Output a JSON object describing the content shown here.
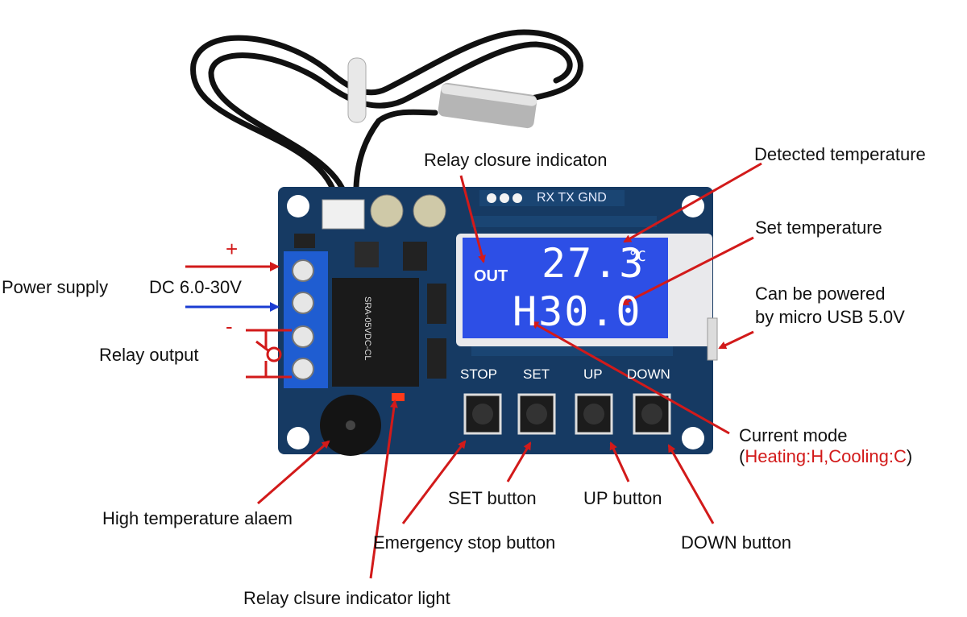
{
  "board": {
    "header_pins": "RX TX GND",
    "lcd": {
      "out_label": "OUT",
      "detected_temp": "27.3",
      "unit": "°C",
      "set_temp": "H30.0"
    },
    "buttons": [
      "STOP",
      "SET",
      "UP",
      "DOWN"
    ],
    "relay_marking": "SRA-05VDC-CL",
    "polarity_plus": "+",
    "polarity_minus": "-"
  },
  "labels": {
    "relay_closure_indication": "Relay closure indicaton",
    "detected_temperature": "Detected temperature",
    "set_temperature": "Set temperature",
    "usb_line1": "Can be powered",
    "usb_line2": "by micro USB 5.0V",
    "power_supply": "Power supply",
    "dc_voltage": "DC 6.0-30V",
    "relay_output": "Relay output",
    "current_mode": "Current mode",
    "mode_open": "(",
    "mode_detail": "Heating:H,Cooling:C",
    "mode_close": ")",
    "set_button": "SET button",
    "up_button": "UP button",
    "high_temp_alarm": "High temperature alaem",
    "emergency_stop": "Emergency stop button",
    "down_button": "DOWN button",
    "relay_indicator_light": "Relay clsure indicator light"
  },
  "colors": {
    "board": "#163a63",
    "lcd": "#2d4fe6",
    "arrow": "#d21a1a",
    "minus_arrow": "#1a3cd2"
  }
}
